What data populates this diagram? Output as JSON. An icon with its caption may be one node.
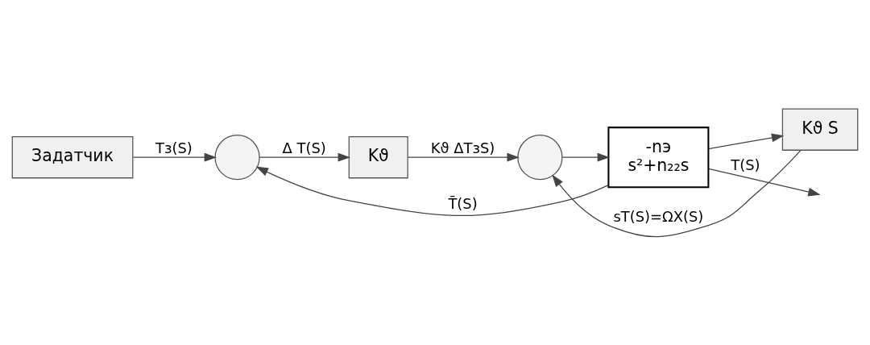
{
  "diagram": {
    "nodes": [
      {
        "text": [
          "Задатчик"
        ]
      },
      {
        "text": [],
        "shape": "circle"
      },
      {
        "text": [
          "Kϑ"
        ]
      },
      {
        "text": [],
        "shape": "circle"
      },
      {
        "text": [
          "-nэ",
          "s²+n₂₂s"
        ]
      },
      {
        "text": [
          "Kϑ S"
        ]
      }
    ],
    "edges": [
      {
        "from": 0,
        "to": 1,
        "arrow": "to",
        "label": "Tз(S)"
      },
      {
        "from": 1,
        "to": 2,
        "arrow": "to",
        "label": "Δ T(S)"
      },
      {
        "from": 2,
        "to": 3,
        "arrow": "to",
        "label": "Kϑ ΔTзS)"
      },
      {
        "from": 3,
        "to": 4,
        "arrow": "to"
      },
      {
        "from": 4,
        "to": null,
        "arrow": "to",
        "label": "T(S)"
      },
      {
        "from": 4,
        "to": 5,
        "arrow": "to"
      },
      {
        "from": 5,
        "to": 3,
        "arrow": "to",
        "label": "sT(S)=ΩX(S)"
      },
      {
        "from": 4,
        "to": 1,
        "arrow": "to",
        "label": "T̄(S)"
      }
    ]
  }
}
